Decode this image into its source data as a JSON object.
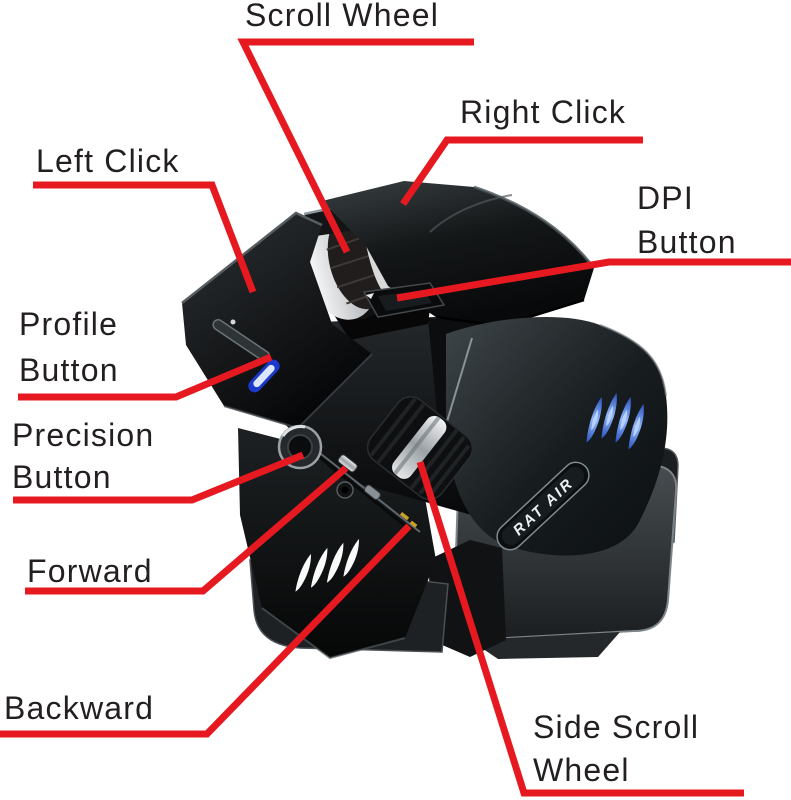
{
  "meta": {
    "background": "#ffffff"
  },
  "diagram": {
    "product_name": "RAT AIR",
    "colors": {
      "callout_red": "#e5191f",
      "label_text": "#231f20",
      "led_blue": "#2b3fe0",
      "claw_blue": "#4b79e6",
      "body_black": "#0d0f10"
    },
    "callouts": [
      {
        "id": "scroll-wheel",
        "lines": [
          "Scroll Wheel"
        ]
      },
      {
        "id": "left-click",
        "lines": [
          "Left Click"
        ]
      },
      {
        "id": "right-click",
        "lines": [
          "Right Click"
        ]
      },
      {
        "id": "dpi-button",
        "lines": [
          "DPI",
          "Button"
        ]
      },
      {
        "id": "profile-button",
        "lines": [
          "Profile",
          "Button"
        ]
      },
      {
        "id": "precision-button",
        "lines": [
          "Precision",
          "Button"
        ]
      },
      {
        "id": "forward",
        "lines": [
          "Forward"
        ]
      },
      {
        "id": "backward",
        "lines": [
          "Backward"
        ]
      },
      {
        "id": "side-scroll-wheel",
        "lines": [
          "Side Scroll",
          "Wheel"
        ]
      }
    ],
    "mouse_markings": {
      "side_logo_text": "RAT AIR",
      "claw_logo": "blue-claw-scratch-logo",
      "thumb_claw_marks": "white-claw-scratch-marks"
    }
  }
}
